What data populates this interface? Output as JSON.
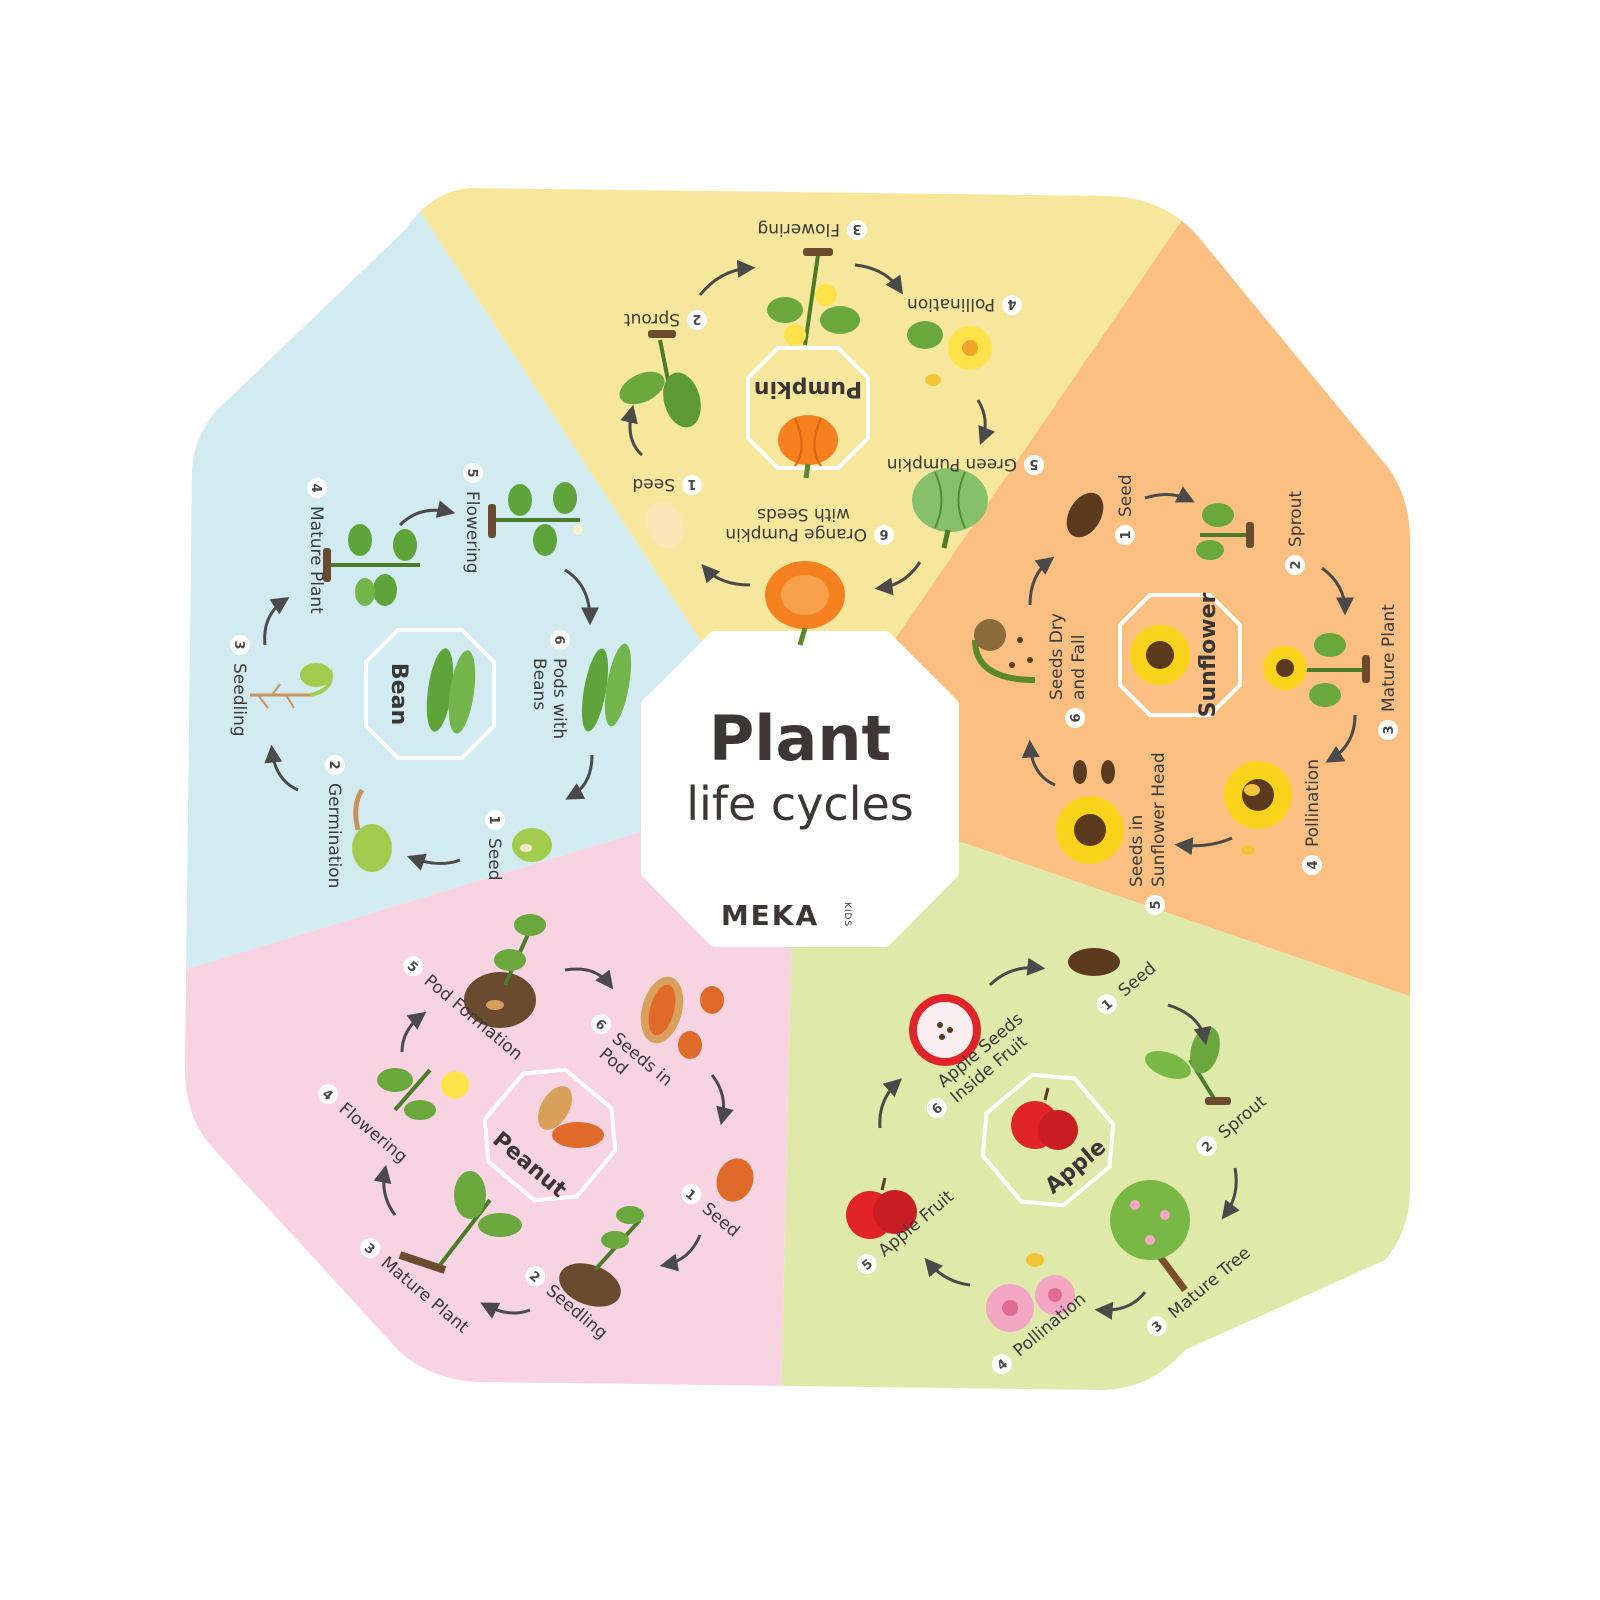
{
  "title": {
    "line1": "Plant",
    "line2": "life cycles"
  },
  "brand": {
    "name": "MEKA",
    "sub": "KIDS"
  },
  "colors": {
    "pumpkin_bg": "#f6e79c",
    "sunflower_bg": "#fbc081",
    "apple_bg": "#dfe9a9",
    "peanut_bg": "#f8d4e3",
    "bean_bg": "#d2ebf0",
    "center_bg": "#ffffff",
    "arrow": "#4a4a4a"
  },
  "sections": {
    "pumpkin": {
      "name": "Pumpkin",
      "steps": [
        {
          "n": "1",
          "label": "Seed"
        },
        {
          "n": "2",
          "label": "Sprout"
        },
        {
          "n": "3",
          "label": "Flowering"
        },
        {
          "n": "4",
          "label": "Pollination"
        },
        {
          "n": "5",
          "label": "Green Pumpkin"
        },
        {
          "n": "6",
          "label": "Orange Pumpkin",
          "label2": "with Seeds"
        }
      ]
    },
    "sunflower": {
      "name": "Sunflower",
      "steps": [
        {
          "n": "1",
          "label": "Seed"
        },
        {
          "n": "2",
          "label": "Sprout"
        },
        {
          "n": "3",
          "label": "Mature Plant"
        },
        {
          "n": "4",
          "label": "Pollination"
        },
        {
          "n": "5",
          "label": "Seeds in",
          "label2": "Sunflower Head"
        },
        {
          "n": "6",
          "label": "Seeds Dry",
          "label2": "and Fall"
        }
      ]
    },
    "apple": {
      "name": "Apple",
      "steps": [
        {
          "n": "1",
          "label": "Seed"
        },
        {
          "n": "2",
          "label": "Sprout"
        },
        {
          "n": "3",
          "label": "Mature Tree"
        },
        {
          "n": "4",
          "label": "Pollination"
        },
        {
          "n": "5",
          "label": "Apple Fruit"
        },
        {
          "n": "6",
          "label": "Apple Seeds",
          "label2": "Inside Fruit"
        }
      ]
    },
    "peanut": {
      "name": "Peanut",
      "steps": [
        {
          "n": "1",
          "label": "Seed"
        },
        {
          "n": "2",
          "label": "Seedling"
        },
        {
          "n": "3",
          "label": "Mature Plant"
        },
        {
          "n": "4",
          "label": "Flowering"
        },
        {
          "n": "5",
          "label": "Pod Formation"
        },
        {
          "n": "6",
          "label": "Seeds in",
          "label2": "Pod"
        }
      ]
    },
    "bean": {
      "name": "Bean",
      "steps": [
        {
          "n": "1",
          "label": "Seed"
        },
        {
          "n": "2",
          "label": "Germination"
        },
        {
          "n": "3",
          "label": "Seedling"
        },
        {
          "n": "4",
          "label": "Mature Plant"
        },
        {
          "n": "5",
          "label": "Flowering"
        },
        {
          "n": "6",
          "label": "Pods with",
          "label2": "Beans"
        }
      ]
    }
  }
}
